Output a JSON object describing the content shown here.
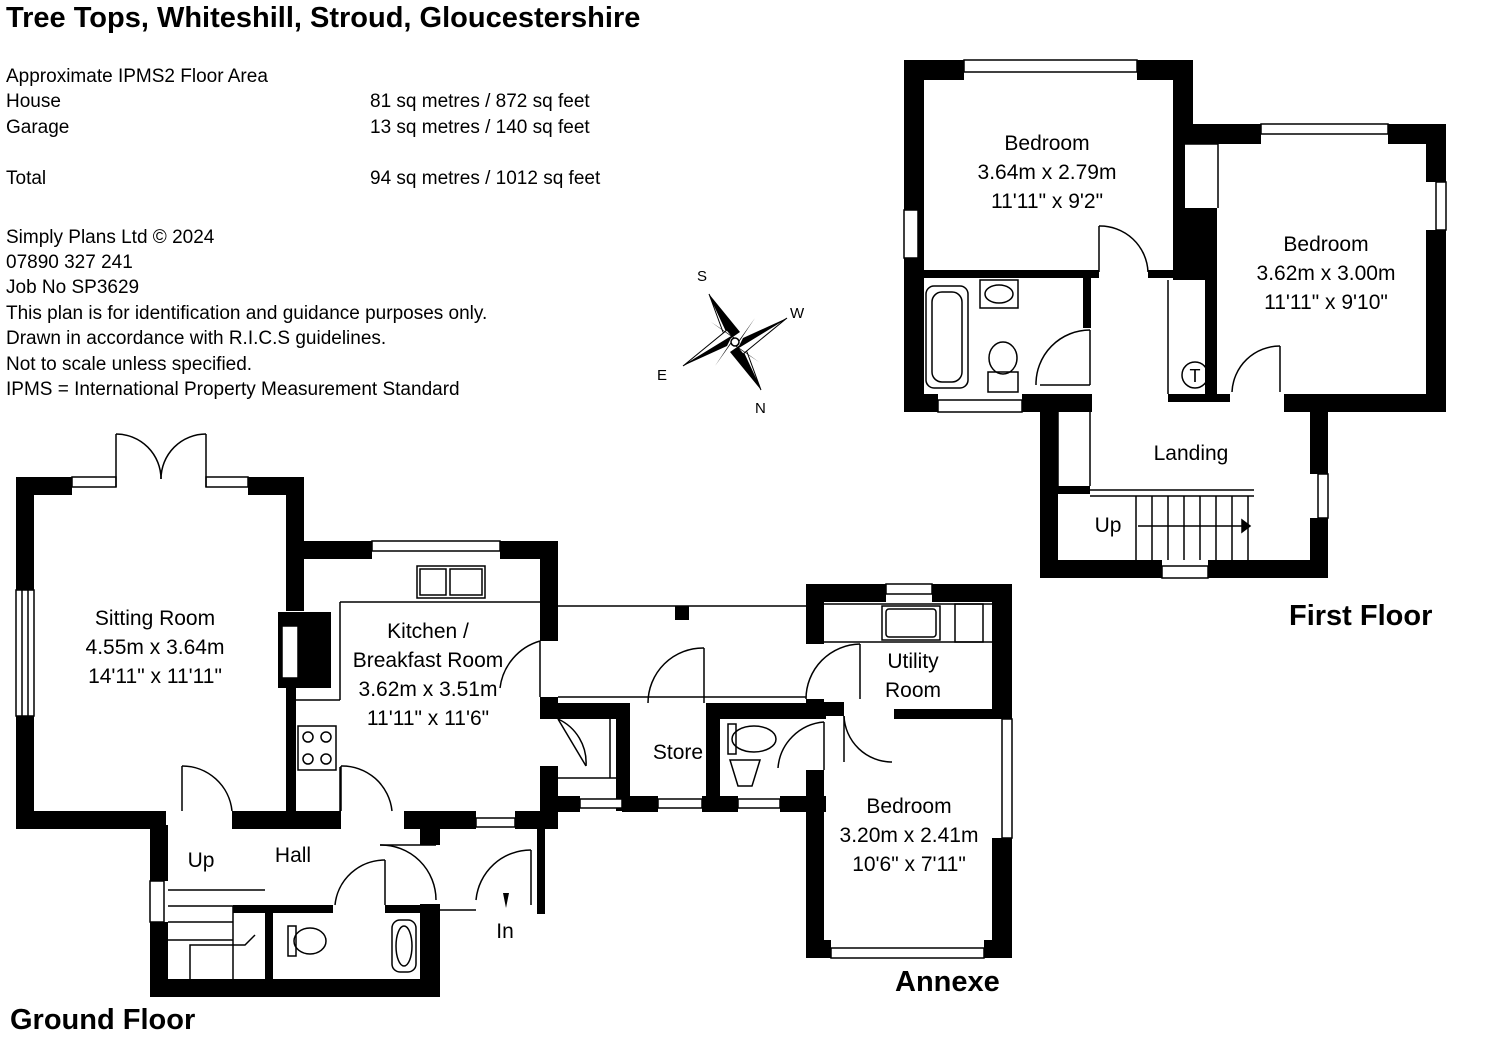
{
  "header": {
    "title": "Tree Tops, Whiteshill, Stroud, Gloucestershire"
  },
  "area_table": {
    "heading": "Approximate IPMS2 Floor Area",
    "rows": [
      {
        "label": "House",
        "value": "81 sq metres /  872 sq feet"
      },
      {
        "label": "Garage",
        "value": "13 sq metres /   140 sq feet"
      },
      {
        "label": "Total",
        "value": "94 sq metres /  1012 sq feet"
      }
    ]
  },
  "notes": [
    "Simply Plans Ltd © 2024",
    "07890 327 241",
    "Job No SP3629",
    "This plan is for identification and guidance purposes only.",
    "Drawn in accordance with R.I.C.S guidelines.",
    "Not to scale unless specified.",
    "IPMS = International Property Measurement Standard"
  ],
  "compass": {
    "s": "S",
    "w": "W",
    "e": "E",
    "n": "N"
  },
  "floors": {
    "ground": "Ground Floor",
    "first": "First Floor",
    "annexe": "Annexe"
  },
  "rooms": {
    "sitting_room": {
      "name": "Sitting Room",
      "metric": "4.55m x 3.64m",
      "imperial": "14'11\" x 11'11\""
    },
    "kitchen": {
      "name": "Kitchen /",
      "name2": "Breakfast Room",
      "metric": "3.62m x 3.51m",
      "imperial": "11'11\" x 11'6\""
    },
    "hall": {
      "name": "Hall"
    },
    "store": {
      "name": "Store"
    },
    "utility": {
      "name": "Utility",
      "name2": "Room"
    },
    "annexe_bedroom": {
      "name": "Bedroom",
      "metric": "3.20m x 2.41m",
      "imperial": "10'6\" x 7'11\""
    },
    "bedroom_1": {
      "name": "Bedroom",
      "metric": "3.64m x 2.79m",
      "imperial": "11'11\" x 9'2\""
    },
    "bedroom_2": {
      "name": "Bedroom",
      "metric": "3.62m x 3.00m",
      "imperial": "11'11\" x 9'10\""
    },
    "landing": {
      "name": "Landing"
    }
  },
  "markers": {
    "up_ground": "Up",
    "up_first": "Up",
    "entrance": "In",
    "tank": "T"
  }
}
